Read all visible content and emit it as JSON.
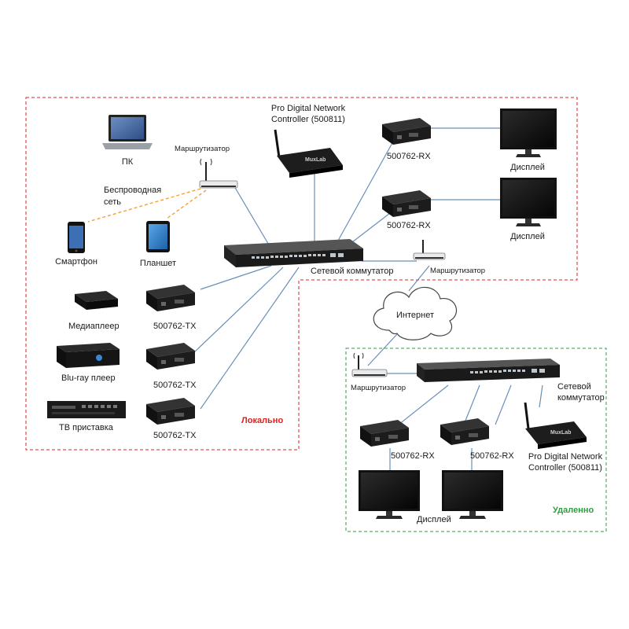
{
  "zones": {
    "local": {
      "label": "Локально",
      "color": "#e02020"
    },
    "remote": {
      "label": "Удаленно",
      "color": "#2e9e3e"
    }
  },
  "labels": {
    "pc": "ПК",
    "router_local": "Маршрутизатор",
    "wireless": "Беспроводная\nсеть",
    "smartphone": "Смартфон",
    "tablet": "Планшет",
    "controller_local": "Pro Digital Network\nController (500811)",
    "rx1": "500762-RX",
    "rx2": "500762-RX",
    "display1": "Дисплей",
    "display2": "Дисплей",
    "switch_local": "Сетевой коммутатор",
    "router_uplink": "Маршрутизатор",
    "media_player": "Медиаплеер",
    "tx1": "500762-TX",
    "bluray": "Blu-ray плеер",
    "tx2": "500762-TX",
    "tv_box": "ТВ приставка",
    "tx3": "500762-TX",
    "internet": "Интернет",
    "router_remote": "Маршрутизатор",
    "switch_remote": "Сетевой\nкоммутатор",
    "rx3": "500762-RX",
    "rx4": "500762-RX",
    "controller_remote": "Pro Digital Network\nController (500811)",
    "display_remote": "Дисплей"
  },
  "icons": {
    "laptop": "laptop-icon",
    "router": "wifi-router-icon",
    "phone": "smartphone-icon",
    "tablet": "tablet-icon",
    "controller": "network-controller-icon",
    "extender": "video-extender-icon",
    "monitor": "monitor-icon",
    "switch": "network-switch-icon",
    "media": "media-player-icon",
    "bluray": "bluray-player-icon",
    "tvbox": "tv-box-icon",
    "cloud": "cloud-icon"
  },
  "colors": {
    "wire": "#6a8fb8",
    "wireless_link": "#f0a040",
    "device_dark": "#1c1c1c",
    "screen": "#0a0a0a"
  }
}
